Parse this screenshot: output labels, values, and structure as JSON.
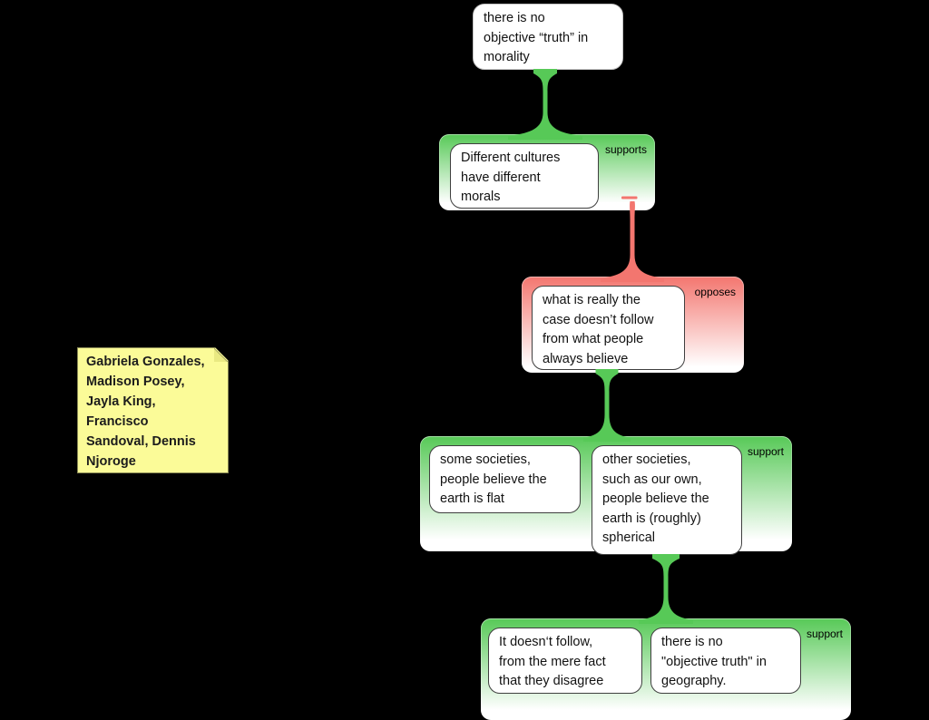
{
  "colors": {
    "canvas_bg": "#000000",
    "support_green": "#57c957",
    "oppose_red": "#f3766f",
    "note_bg": "#fbfb98"
  },
  "claim": {
    "text": "there is no\nobjective “truth” in\nmorality"
  },
  "groups": {
    "supports": {
      "label": "supports",
      "boxes": {
        "b1": "Different cultures\nhave different\nmorals"
      }
    },
    "opposes": {
      "label": "opposes",
      "boxes": {
        "b1": "what is really the\ncase doesn’t follow\nfrom what people\nalways believe"
      }
    },
    "mid": {
      "label": "support",
      "boxes": {
        "b1": "some societies,\npeople believe the\nearth is flat",
        "b2": "other societies,\nsuch as our own,\npeople believe the\nearth is (roughly)\nspherical"
      }
    },
    "bottom": {
      "label": "support",
      "boxes": {
        "b1": "It doesn‘t follow,\nfrom the mere fact\nthat they disagree",
        "b2": "there is no\n\"objective truth\" in\ngeography."
      }
    }
  },
  "note": {
    "text": "Gabriela Gonzales,\nMadison Posey,\nJayla King,\nFrancisco\nSandoval, Dennis\nNjoroge"
  }
}
